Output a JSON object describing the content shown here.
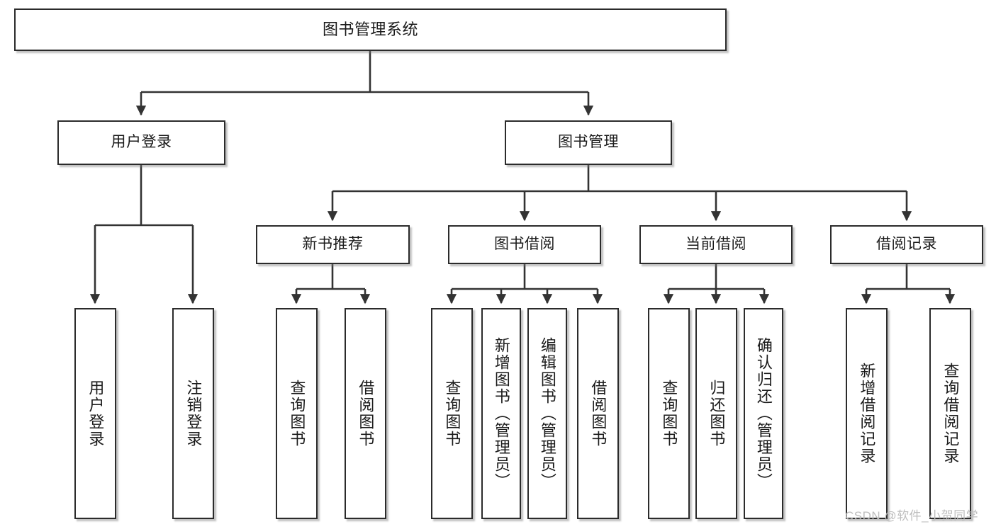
{
  "diagram": {
    "title": "图书管理系统",
    "type": "tree",
    "watermark": "CSDN @软件_小贺同学",
    "colors": {
      "box_border": "#2b2b2b",
      "box_fill": "#ffffff",
      "connector": "#333333",
      "text": "#1a1a1a",
      "watermark": "#bdbdbd"
    },
    "nodes": {
      "root": {
        "label": "图书管理系统"
      },
      "level2": [
        {
          "label": "用户登录"
        },
        {
          "label": "图书管理"
        }
      ],
      "level3": [
        {
          "label": "新书推荐"
        },
        {
          "label": "图书借阅"
        },
        {
          "label": "当前借阅"
        },
        {
          "label": "借阅记录"
        }
      ],
      "leaves": {
        "user_login": [
          {
            "label": "用户登录"
          },
          {
            "label": "注销登录"
          }
        ],
        "new_book_recommend": [
          {
            "label": "查询图书"
          },
          {
            "label": "借阅图书"
          }
        ],
        "book_borrow": [
          {
            "label": "查询图书"
          },
          {
            "label": "新增图书（管理员）"
          },
          {
            "label": "编辑图书（管理员）"
          },
          {
            "label": "借阅图书"
          }
        ],
        "current_borrow": [
          {
            "label": "查询图书"
          },
          {
            "label": "归还图书"
          },
          {
            "label": "确认归还（管理员）"
          }
        ],
        "borrow_record": [
          {
            "label": "新增借阅记录"
          },
          {
            "label": "查询借阅记录"
          }
        ]
      }
    }
  }
}
